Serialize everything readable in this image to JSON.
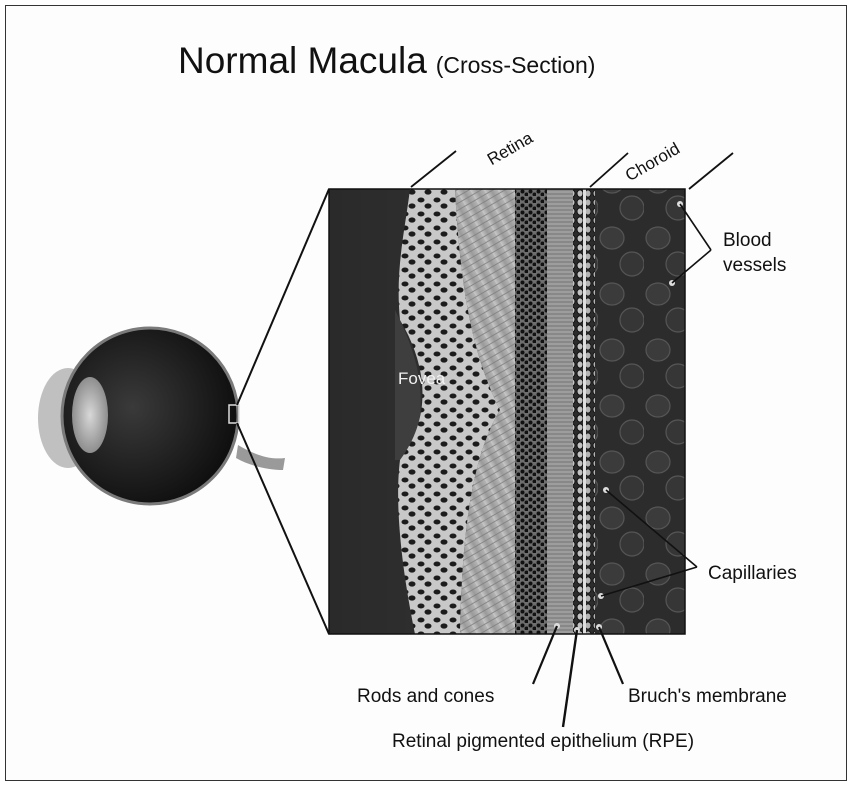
{
  "title": {
    "main": "Normal Macula",
    "sub": "(Cross-Section)"
  },
  "labels": {
    "retina": "Retina",
    "choroid": "Choroid",
    "fovea": "Fovea",
    "blood_vessels_line1": "Blood",
    "blood_vessels_line2": "vessels",
    "capillaries": "Capillaries",
    "rods_and_cones": "Rods and cones",
    "bruchs_membrane": "Bruch's membrane",
    "rpe": "Retinal pigmented epithelium (RPE)"
  }
}
